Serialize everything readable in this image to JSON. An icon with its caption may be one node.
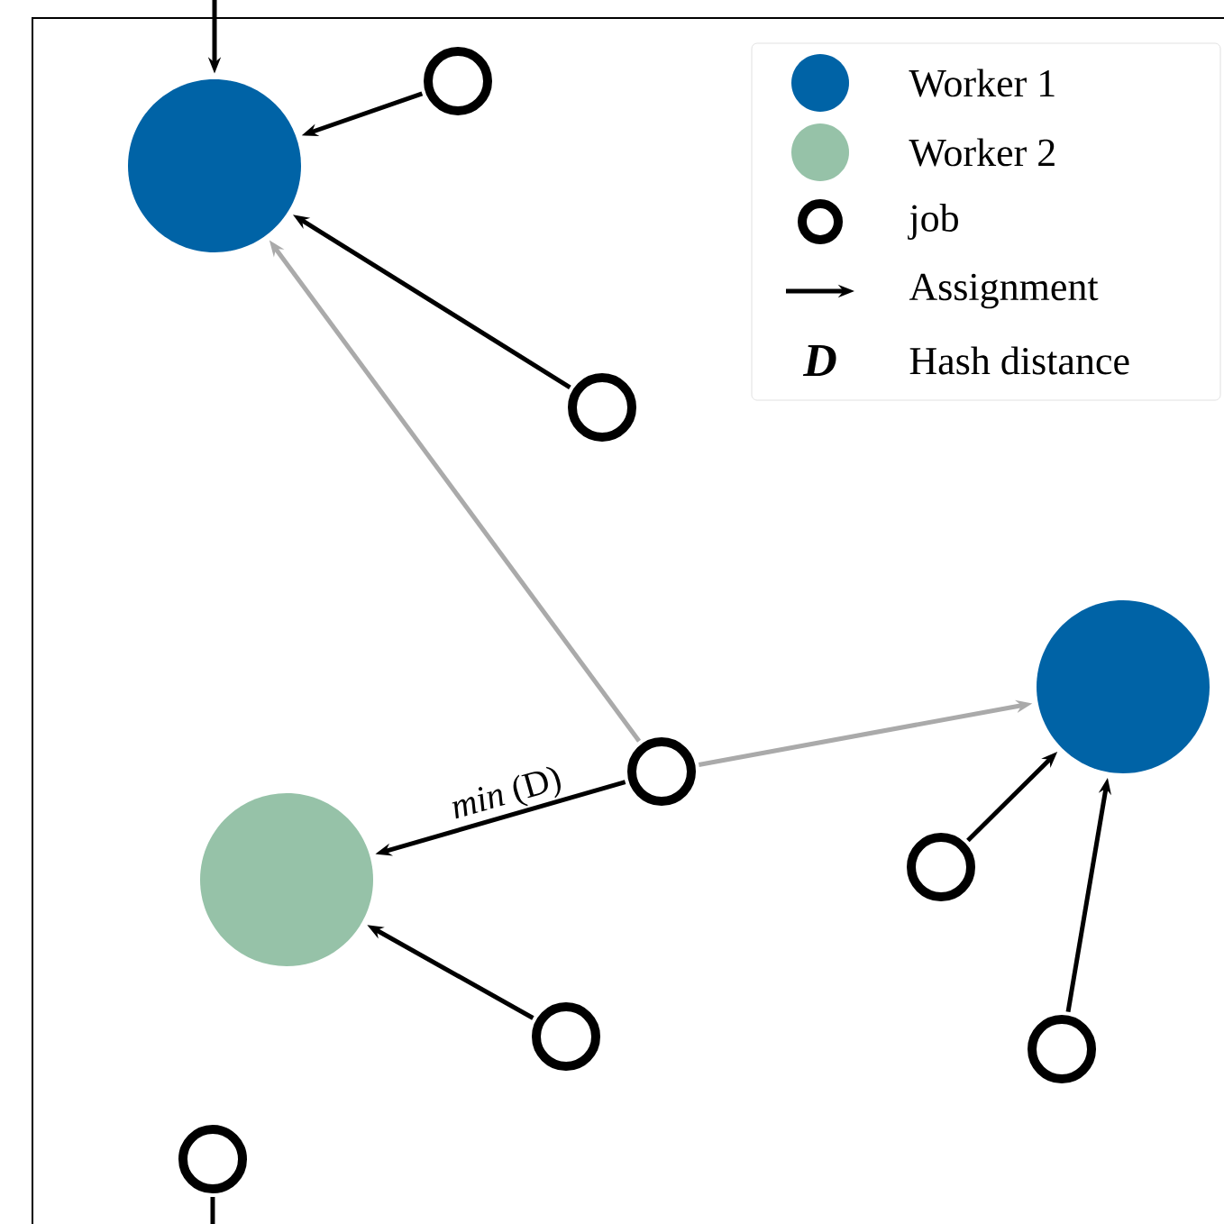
{
  "diagram": {
    "nodes": [
      {
        "text": [],
        "shape": "circle"
      },
      {
        "text": [],
        "shape": "circle"
      },
      {
        "text": [],
        "shape": "circle"
      },
      {
        "text": [],
        "shape": "circle"
      },
      {
        "text": [],
        "shape": "circle"
      },
      {
        "text": [],
        "shape": "circle"
      },
      {
        "text": [],
        "shape": "circle"
      },
      {
        "text": [],
        "shape": "circle"
      },
      {
        "text": [],
        "shape": "circle"
      },
      {
        "text": [],
        "shape": "circle"
      }
    ],
    "edges": [
      {
        "from": null,
        "to": 0,
        "arrow": "to"
      },
      {
        "from": 1,
        "to": 0,
        "arrow": "to"
      },
      {
        "from": 2,
        "to": 0,
        "arrow": "to"
      },
      {
        "from": 4,
        "to": 0,
        "arrow": "to",
        "color": "#aaaaaa"
      },
      {
        "from": 4,
        "to": 3,
        "arrow": "to",
        "color": "#aaaaaa"
      },
      {
        "from": 4,
        "to": 5,
        "arrow": "to",
        "label": "*min* (D)"
      },
      {
        "from": 6,
        "to": 3,
        "arrow": "to"
      },
      {
        "from": 8,
        "to": 3,
        "arrow": "to"
      },
      {
        "from": 7,
        "to": 5,
        "arrow": "to"
      },
      {
        "from": 9,
        "to": null,
        "arrow": "none"
      }
    ],
    "labels": [
      "D"
    ],
    "legend": [
      {
        "text": "Worker 1",
        "color": "#0063a6"
      },
      {
        "text": "Worker 2",
        "color": "#96c2a8"
      },
      {
        "text": "job"
      },
      {
        "text": "Assignment"
      },
      {
        "text": "Hash distance"
      }
    ]
  }
}
